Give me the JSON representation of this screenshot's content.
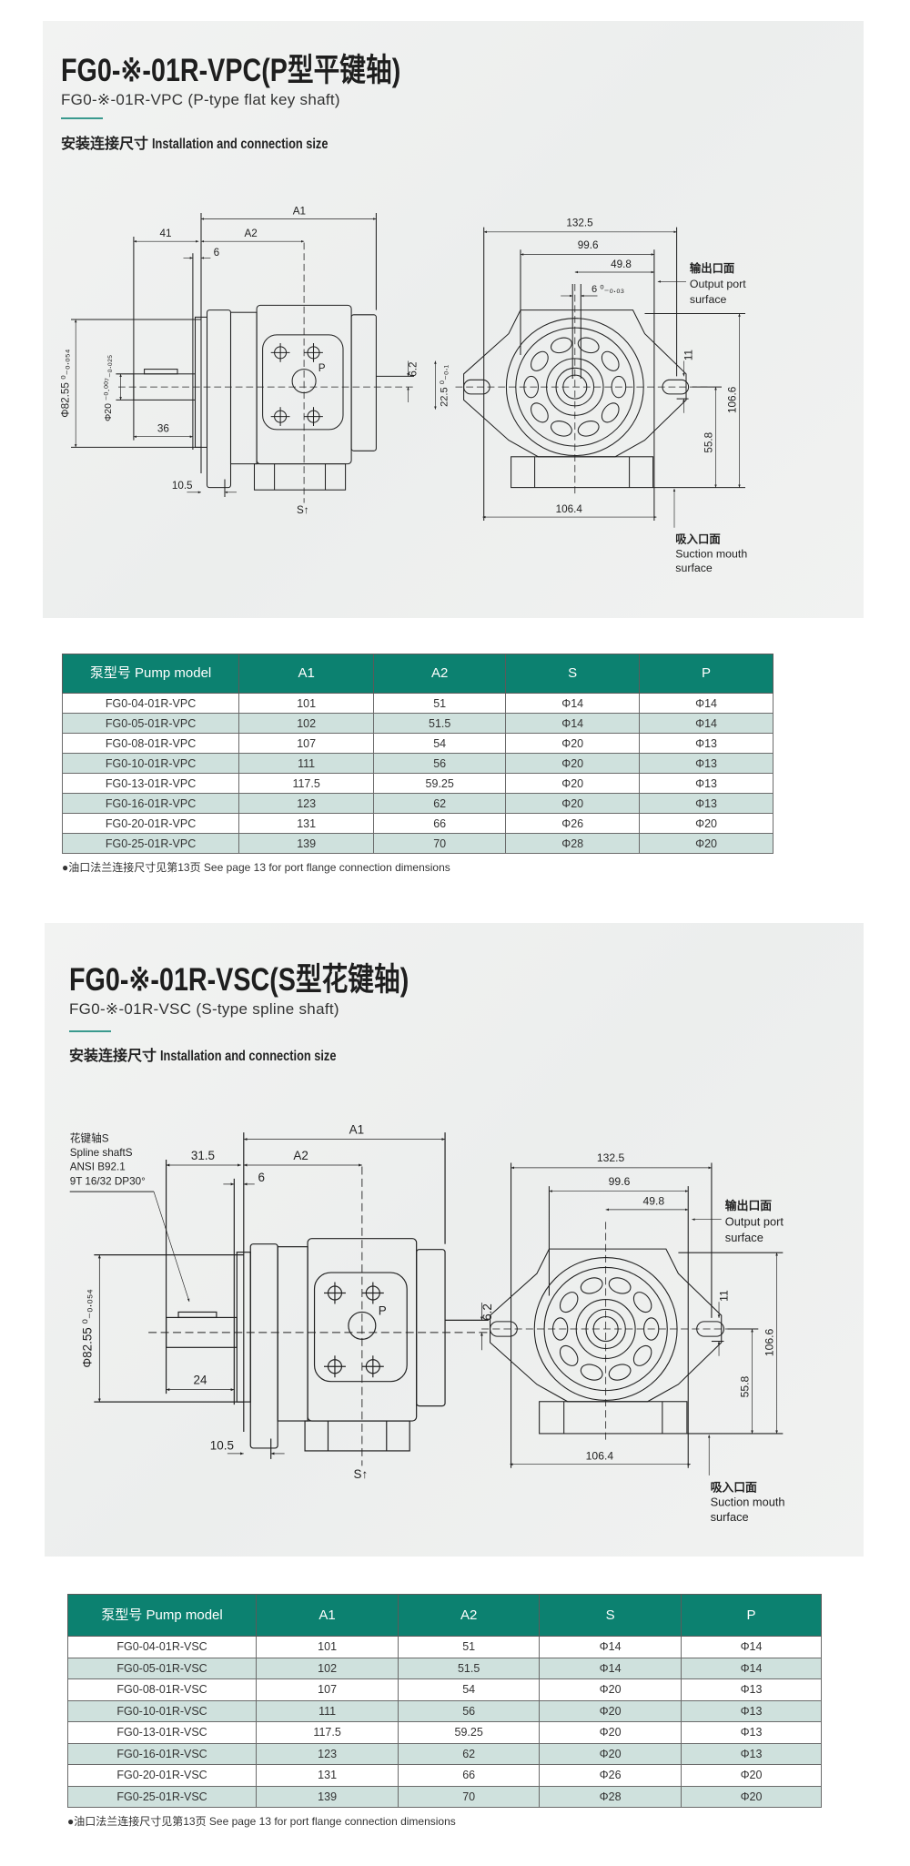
{
  "sections": [
    {
      "title": "FG0-※-01R-VPC(P型平键轴)",
      "subtitle": "FG0-※-01R-VPC (P-type flat key shaft)",
      "heading_cn": "安装连接尺寸",
      "heading_en": "Installation and connection size",
      "drawing": {
        "a1": "A1",
        "left_len": "41",
        "a2": "A2",
        "six": "6",
        "dia_outer": "Φ82.55 ⁰₋₀.₀₅₄",
        "dia_shaft": "Φ20 ⁻⁰·⁰⁰⁷₋₀.₀₂₅",
        "shaft_len": "36",
        "flange_thk": "10.5",
        "suction_mark": "S↑",
        "pressure_mark": "P",
        "offset": "6.2",
        "key_height": "22.5 ⁰₋₀.₁",
        "width_total": "132.5",
        "width_mid": "99.6",
        "half_width": "49.8",
        "key_width": "6 ⁰₋₀.₀₃",
        "output_cn": "输出口面",
        "output_en1": "Output port",
        "output_en2": "surface",
        "slot": "11",
        "height_total": "106.6",
        "height_lower": "55.8",
        "base_width": "106.4",
        "suction_cn": "吸入口面",
        "suction_en1": "Suction mouth",
        "suction_en2": "surface"
      },
      "table": {
        "headers": [
          "泵型号 Pump model",
          "A1",
          "A2",
          "S",
          "P"
        ],
        "rows": [
          [
            "FG0-04-01R-VPC",
            "101",
            "51",
            "Φ14",
            "Φ14"
          ],
          [
            "FG0-05-01R-VPC",
            "102",
            "51.5",
            "Φ14",
            "Φ14"
          ],
          [
            "FG0-08-01R-VPC",
            "107",
            "54",
            "Φ20",
            "Φ13"
          ],
          [
            "FG0-10-01R-VPC",
            "111",
            "56",
            "Φ20",
            "Φ13"
          ],
          [
            "FG0-13-01R-VPC",
            "117.5",
            "59.25",
            "Φ20",
            "Φ13"
          ],
          [
            "FG0-16-01R-VPC",
            "123",
            "62",
            "Φ20",
            "Φ13"
          ],
          [
            "FG0-20-01R-VPC",
            "131",
            "66",
            "Φ26",
            "Φ20"
          ],
          [
            "FG0-25-01R-VPC",
            "139",
            "70",
            "Φ28",
            "Φ20"
          ]
        ]
      },
      "note": "●油口法兰连接尺寸见第13页 See page 13 for port flange connection dimensions"
    },
    {
      "title": "FG0-※-01R-VSC(S型花键轴)",
      "subtitle": "FG0-※-01R-VSC (S-type spline shaft)",
      "heading_cn": "安装连接尺寸",
      "heading_en": "Installation and connection size",
      "drawing": {
        "spline_cn": "花键轴S",
        "spline_en": "Spline shaftS",
        "spline_std": "ANSI B92.1",
        "spline_spec": "9T 16/32 DP30°",
        "a1": "A1",
        "left_len": "31.5",
        "a2": "A2",
        "six": "6",
        "dia_outer": "Φ82.55 ⁰₋₀.₀₅₄",
        "shaft_len": "24",
        "flange_thk": "10.5",
        "suction_mark": "S↑",
        "pressure_mark": "P",
        "offset": "6.2",
        "width_total": "132.5",
        "width_mid": "99.6",
        "half_width": "49.8",
        "output_cn": "输出口面",
        "output_en1": "Output port",
        "output_en2": "surface",
        "slot": "11",
        "height_total": "106.6",
        "height_lower": "55.8",
        "base_width": "106.4",
        "suction_cn": "吸入口面",
        "suction_en1": "Suction mouth",
        "suction_en2": "surface"
      },
      "table": {
        "headers": [
          "泵型号 Pump model",
          "A1",
          "A2",
          "S",
          "P"
        ],
        "rows": [
          [
            "FG0-04-01R-VSC",
            "101",
            "51",
            "Φ14",
            "Φ14"
          ],
          [
            "FG0-05-01R-VSC",
            "102",
            "51.5",
            "Φ14",
            "Φ14"
          ],
          [
            "FG0-08-01R-VSC",
            "107",
            "54",
            "Φ20",
            "Φ13"
          ],
          [
            "FG0-10-01R-VSC",
            "111",
            "56",
            "Φ20",
            "Φ13"
          ],
          [
            "FG0-13-01R-VSC",
            "117.5",
            "59.25",
            "Φ20",
            "Φ13"
          ],
          [
            "FG0-16-01R-VSC",
            "123",
            "62",
            "Φ20",
            "Φ13"
          ],
          [
            "FG0-20-01R-VSC",
            "131",
            "66",
            "Φ26",
            "Φ20"
          ],
          [
            "FG0-25-01R-VSC",
            "139",
            "70",
            "Φ28",
            "Φ20"
          ]
        ]
      },
      "note": "●油口法兰连接尺寸见第13页 See page 13 for port flange connection dimensions"
    }
  ],
  "colors": {
    "header": "#0c8170",
    "alt_row": "#cfe1dd",
    "accent": "#3a9a8e"
  }
}
